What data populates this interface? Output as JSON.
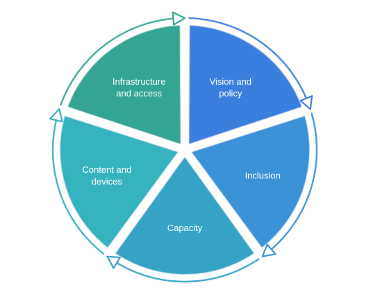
{
  "diagram": {
    "segments": [
      {
        "label_lines": [
          "Vision and",
          "policy"
        ],
        "color": "#3a7fde"
      },
      {
        "label_lines": [
          "Inclusion"
        ],
        "color": "#3b92d6"
      },
      {
        "label_lines": [
          "Capacity"
        ],
        "color": "#35a3c6"
      },
      {
        "label_lines": [
          "Content and",
          "devices"
        ],
        "color": "#36b3be"
      },
      {
        "label_lines": [
          "Infrastructure",
          "and access"
        ],
        "color": "#35a593"
      }
    ]
  }
}
